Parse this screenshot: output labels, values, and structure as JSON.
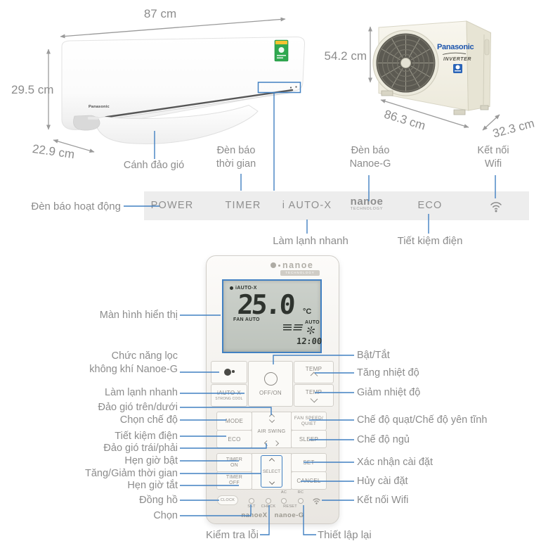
{
  "colors": {
    "accent": "#4180c2",
    "label_gray": "#8c8c8c",
    "strip_bg": "#ededed",
    "brand_blue": "#1b53ac"
  },
  "indoor_unit": {
    "brand": "Panasonic",
    "dim_width": "87 cm",
    "dim_height": "29.5 cm",
    "dim_depth": "22.9 cm",
    "callout_blade": "Cánh đảo gió",
    "callout_timer_1": "Đèn báo",
    "callout_timer_2": "thời gian",
    "callout_nanoe_1": "Đèn báo",
    "callout_nanoe_2": "Nanoe-G",
    "callout_wifi_1": "Kết nối",
    "callout_wifi_2": "Wifi"
  },
  "outdoor_unit": {
    "brand": "Panasonic",
    "badge": "INVERTER",
    "dim_height": "54.2 cm",
    "dim_width": "86.3 cm",
    "dim_depth": "32.3 cm"
  },
  "indicator_strip": {
    "callout_operation": "Đèn báo hoạt động",
    "power": "POWER",
    "timer": "TIMER",
    "iautox": "i AUTO-X",
    "nanoe": "nanoe",
    "nanoe_sub": "TECHNOLOGY",
    "eco": "ECO",
    "callout_fast_cool": "Làm lạnh nhanh",
    "callout_eco": "Tiết kiệm điện"
  },
  "remote": {
    "logo_text": "nanoe",
    "logo_sub": "TECHNOLOGY",
    "display": {
      "mode": "iAUTO-X",
      "temperature": "25.0",
      "unit": "°C",
      "fan_status": "FAN AUTO",
      "swing_status": "AUTO",
      "time": "12:00"
    },
    "buttons": {
      "iautox_1": "iAUTO-X",
      "iautox_2": "STRONG COOL",
      "offon": "OFF/ON",
      "temp_up": "TEMP",
      "temp_down": "TEMP",
      "mode": "MODE",
      "eco": "ECO",
      "air_swing": "AIR SWING",
      "fan_speed_1": "FAN SPEED/",
      "fan_speed_2": "QUIET",
      "sleep": "SLEEP",
      "timer_on_1": "TIMER",
      "timer_on_2": "ON",
      "timer_off_1": "TIMER",
      "timer_off_2": "OFF",
      "select": "SELECT",
      "set": "SET",
      "cancel": "CANCEL",
      "clock": "CLOCK",
      "mini_set": "SET",
      "mini_check": "CHECK",
      "mini_ac": "AC",
      "mini_rc": "RC",
      "mini_reset": "RESET"
    },
    "footer_left": "nanoeX",
    "footer_right": "nanoe-G"
  },
  "callouts_left": {
    "display": "Màn hình hiển thị",
    "nanoe_filter_1": "Chức năng lọc",
    "nanoe_filter_2": "không khí Nanoe-G",
    "fast_cool": "Làm lạnh nhanh",
    "swing_ud": "Đảo gió trên/dưới",
    "mode": "Chọn chế độ",
    "eco": "Tiết kiệm điện",
    "swing_lr": "Đảo gió trái/phải",
    "timer_on": "Hẹn giờ bật",
    "time_adjust": "Tăng/Giảm thời gian",
    "timer_off": "Hẹn giờ tắt",
    "clock": "Đồng hồ",
    "select": "Chọn"
  },
  "callouts_right": {
    "power": "Bật/Tắt",
    "temp_up": "Tăng nhiệt độ",
    "temp_down": "Giảm nhiệt độ",
    "fan_quiet": "Chế độ quạt/Chế độ yên tĩnh",
    "sleep": "Chế độ ngủ",
    "set": "Xác nhận cài đặt",
    "cancel": "Hủy cài đặt",
    "wifi": "Kết nối Wifi"
  },
  "callouts_bottom": {
    "check": "Kiểm tra lỗi",
    "reset": "Thiết lập lại"
  }
}
